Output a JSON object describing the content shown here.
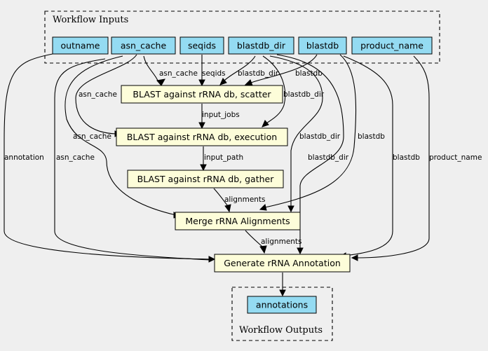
{
  "clusters": {
    "inputs_label": "Workflow Inputs",
    "outputs_label": "Workflow Outputs"
  },
  "inputs": {
    "outname": "outname",
    "asn_cache": "asn_cache",
    "seqids": "seqids",
    "blastdb_dir": "blastdb_dir",
    "blastdb": "blastdb",
    "product_name": "product_name"
  },
  "steps": {
    "scatter": "BLAST against rRNA db, scatter",
    "execution": "BLAST against rRNA db, execution",
    "gather": "BLAST against rRNA db, gather",
    "merge": "Merge rRNA Alignments",
    "generate": "Generate rRNA Annotation"
  },
  "outputs": {
    "annotations": "annotations"
  },
  "edge_labels": {
    "outname_generate": "annotation",
    "asn_cache_generate": "asn_cache",
    "asn_cache_execution": "asn_cache",
    "asn_cache_merge": "asn_cache",
    "asn_cache_scatter": "asn_cache",
    "seqids_scatter": "seqids",
    "blastdb_dir_scatter": "blastdb_dir",
    "blastdb_scatter": "blastdb",
    "blastdb_dir_execution": "blastdb_dir",
    "blastdb_dir_merge": "blastdb_dir",
    "blastdb_dir_generate": "blastdb_dir",
    "blastdb_merge": "blastdb",
    "blastdb_generate": "blastdb",
    "product_name_generate": "product_name",
    "scatter_execution": "input_jobs",
    "execution_gather": "input_path",
    "gather_merge": "alignments",
    "merge_generate": "alignments"
  }
}
